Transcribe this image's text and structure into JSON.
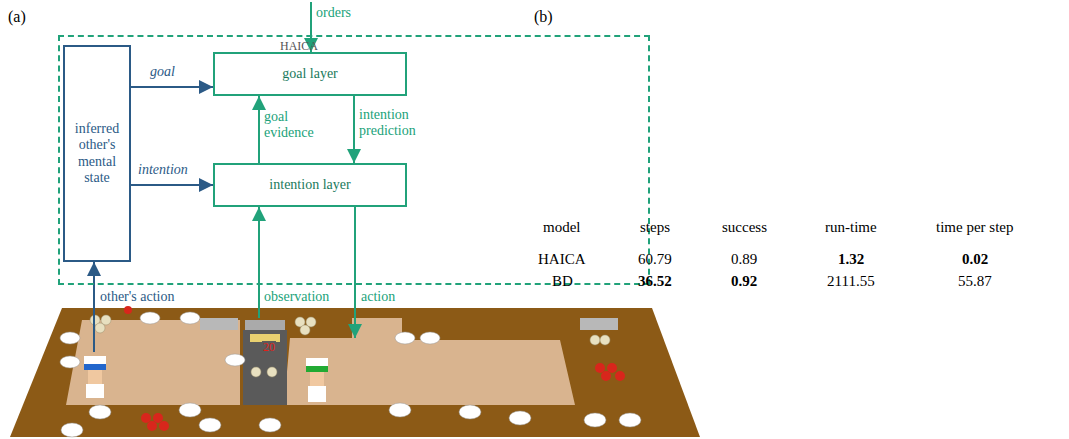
{
  "diagram": {
    "nodes": [
      {
        "text": [
          "HAICA"
        ]
      },
      {
        "text": [
          "inferred other's mental state"
        ],
        "in": 0
      },
      {
        "text": [
          "goal layer"
        ],
        "in": 0
      },
      {
        "text": [
          "intention layer"
        ],
        "in": 0
      }
    ],
    "edges": [
      {
        "from": 1,
        "to": 2,
        "arrow": "to",
        "label": "goal"
      },
      {
        "from": 1,
        "to": 3,
        "arrow": "to",
        "label": "intention"
      },
      {
        "from": 3,
        "to": 2,
        "arrow": "to",
        "label": "goal evidence"
      },
      {
        "from": 2,
        "to": 3,
        "arrow": "to",
        "label": "intention prediction"
      }
    ],
    "labels": [
      "(a)",
      "(b)",
      "orders",
      "other's action",
      "observation",
      "action",
      "20",
      "model",
      "steps",
      "success",
      "run-time",
      "time per step",
      "HAICA",
      "60.79",
      "0.89",
      "1.32",
      "0.02",
      "BD",
      "36.52",
      "0.92",
      "2111.55",
      "55.87"
    ]
  }
}
